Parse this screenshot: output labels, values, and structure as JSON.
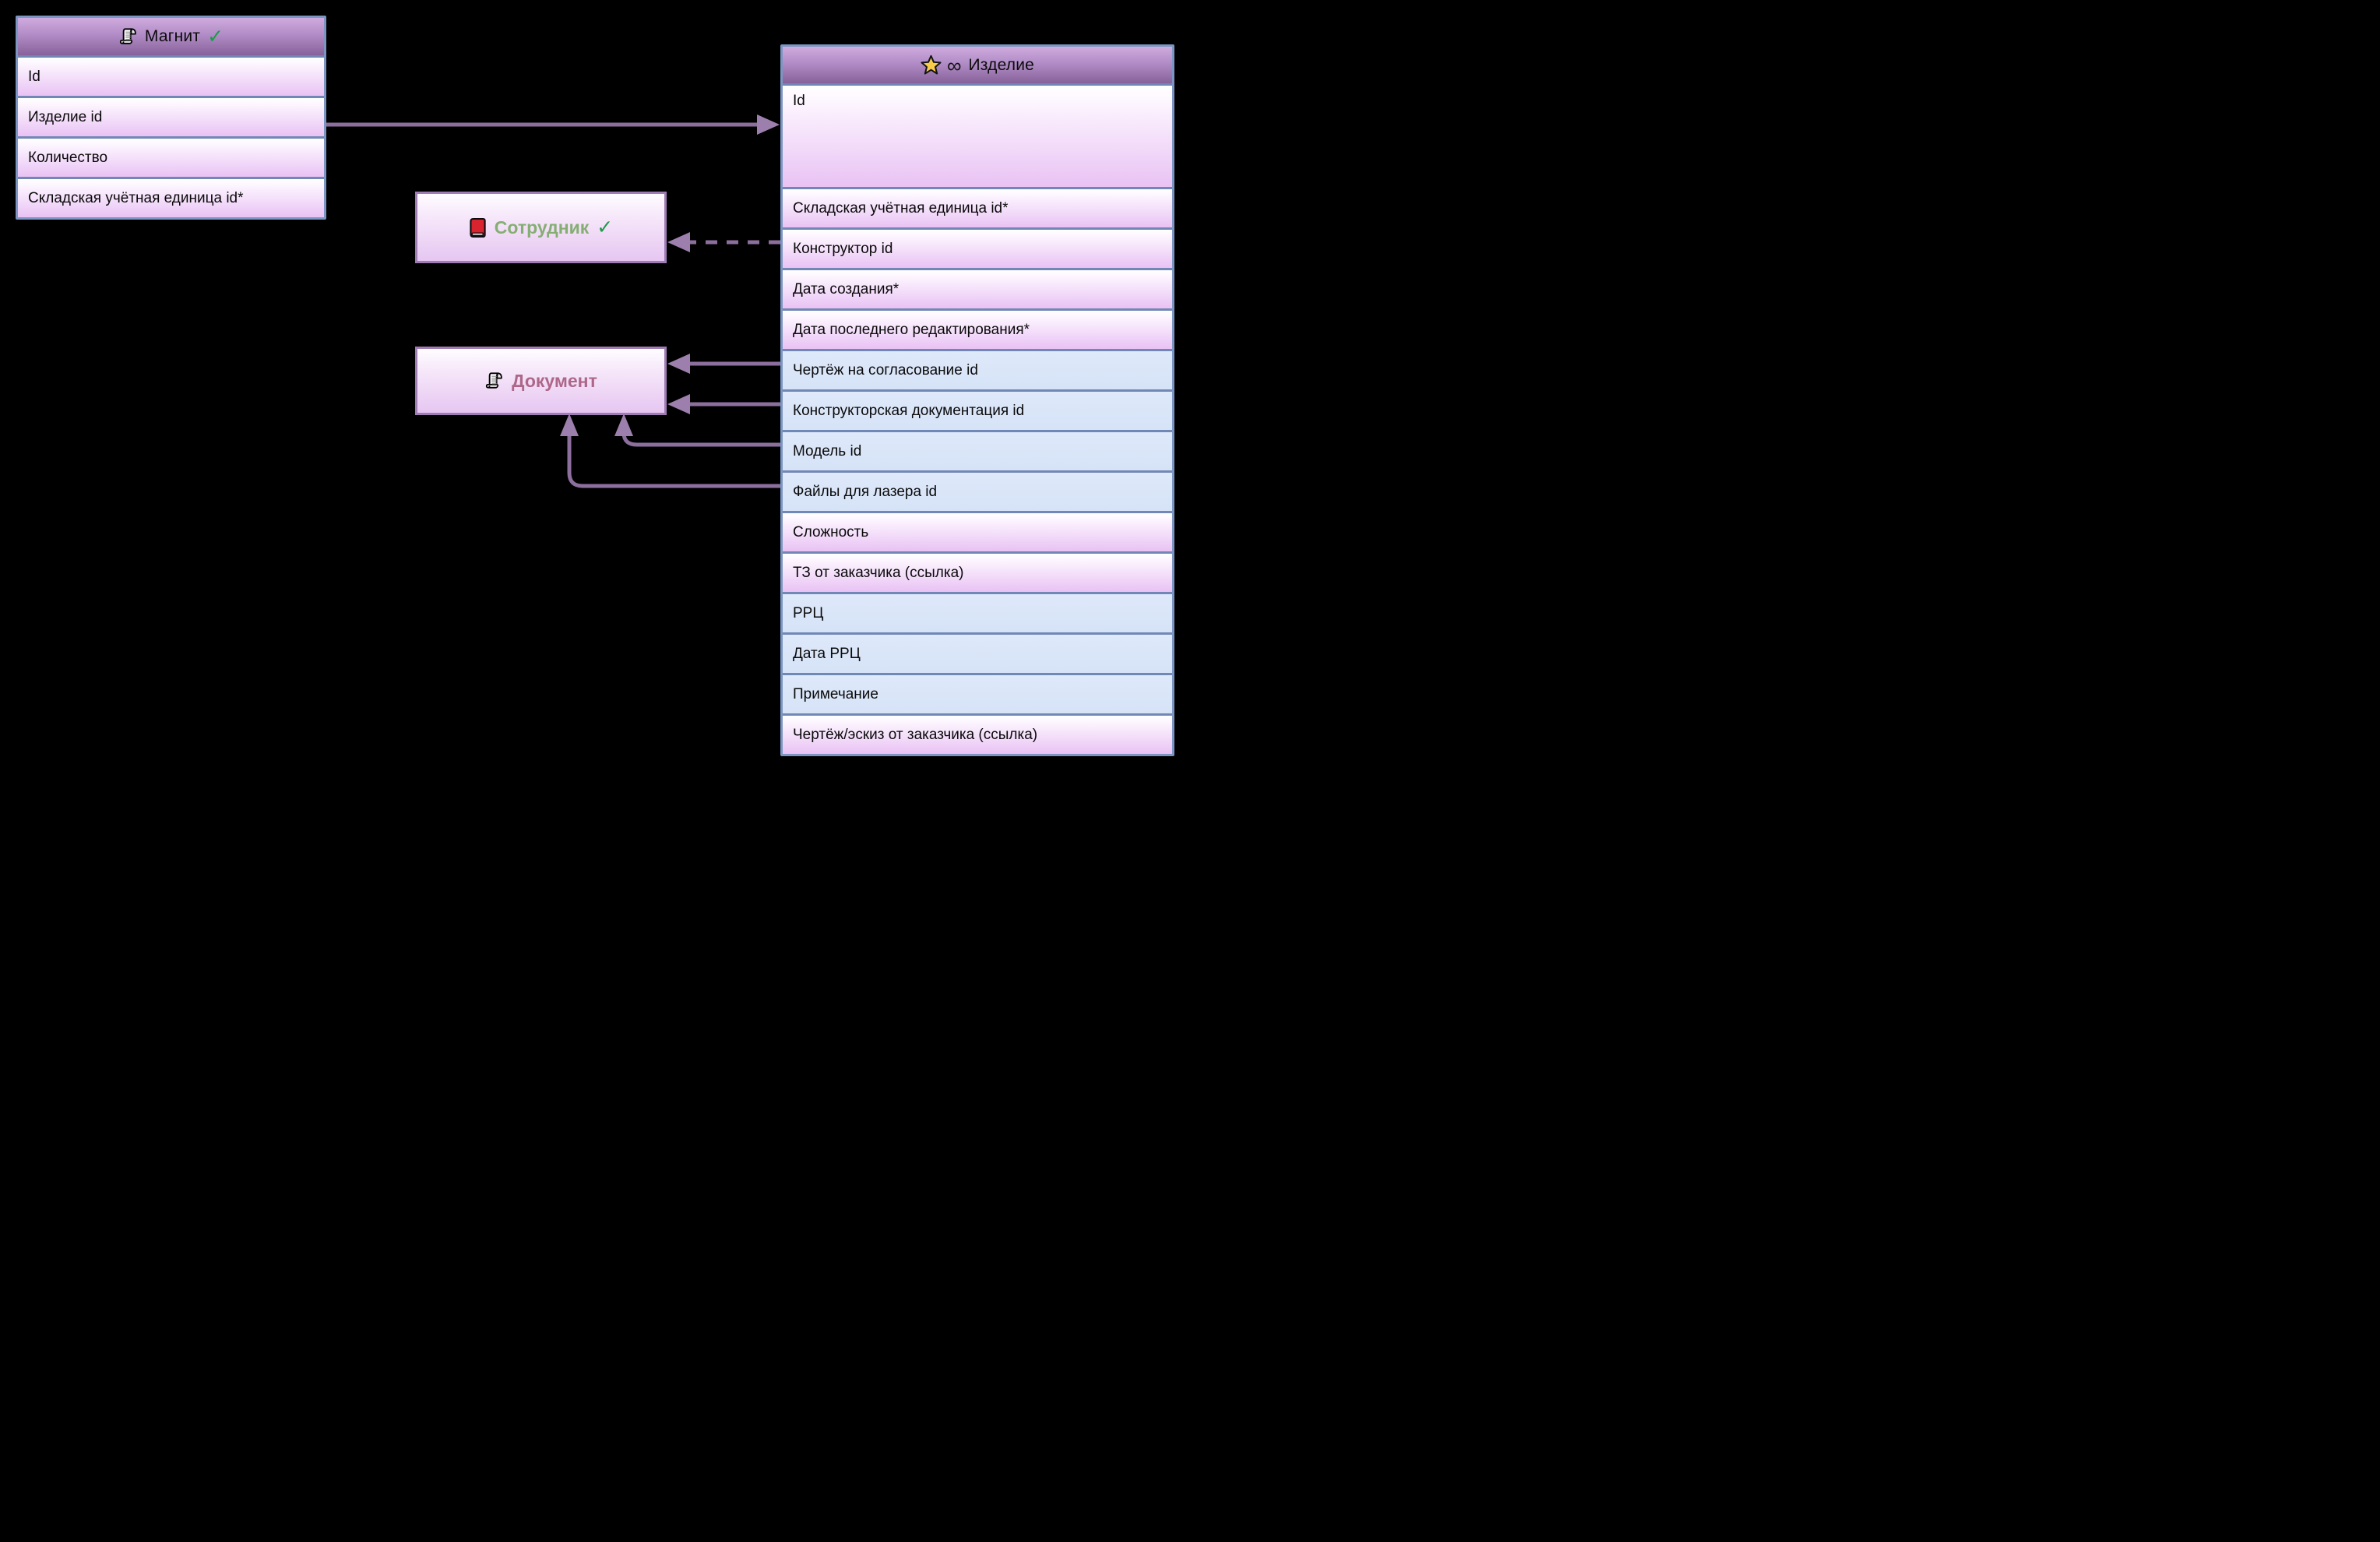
{
  "colors": {
    "background": "#000000",
    "entity_border": "#7b96c2",
    "row_separator": "#7187b5",
    "header_gradient_top": "#cfabdf",
    "header_gradient_bottom": "#8d68a0",
    "pink_row_top": "#fdf7ff",
    "pink_row_bottom": "#e9c2f4",
    "blue_row": "#dbe7f8",
    "mini_box_border": "#a07cb4",
    "arrow": "#8d6f9e",
    "arrow_head": "#9d7fae",
    "sotrudnik_title": "#85ae73",
    "dokument_title": "#ae6689",
    "checkmark": "#1d9b4a",
    "star": "#f9cb4a",
    "book": "#d9232f"
  },
  "entities": {
    "magnit": {
      "title": "Магнит",
      "icon": "scroll-icon",
      "check": "✓",
      "fields": [
        {
          "label": "Id",
          "tone": "pink"
        },
        {
          "label": "Изделие id",
          "tone": "pink"
        },
        {
          "label": "Количество",
          "tone": "pink"
        },
        {
          "label": "Складская учётная единица id*",
          "tone": "pink"
        }
      ]
    },
    "izdelie": {
      "title": "Изделие",
      "icons": [
        "star-icon",
        "infinity-icon"
      ],
      "infinity": "∞",
      "fields": [
        {
          "label": "Id",
          "tone": "pink"
        },
        {
          "label": "Складская учётная единица id*",
          "tone": "pink"
        },
        {
          "label": "Конструктор id",
          "tone": "pink"
        },
        {
          "label": "Дата создания*",
          "tone": "pink"
        },
        {
          "label": "Дата последнего редактирования*",
          "tone": "pink"
        },
        {
          "label": "Чертёж на согласование id",
          "tone": "blue"
        },
        {
          "label": "Конструкторская документация id",
          "tone": "blue"
        },
        {
          "label": "Модель id",
          "tone": "blue"
        },
        {
          "label": "Файлы для лазера id",
          "tone": "blue"
        },
        {
          "label": "Сложность",
          "tone": "pink"
        },
        {
          "label": "ТЗ от заказчика (ссылка)",
          "tone": "pink"
        },
        {
          "label": "РРЦ",
          "tone": "blue"
        },
        {
          "label": "Дата РРЦ",
          "tone": "blue"
        },
        {
          "label": "Примечание",
          "tone": "blue"
        },
        {
          "label": "Чертёж/эскиз от заказчика (ссылка)",
          "tone": "pink"
        }
      ]
    },
    "sotrudnik": {
      "title": "Сотрудник",
      "icon": "red-book-icon",
      "check": "✓"
    },
    "dokument": {
      "title": "Документ",
      "icon": "scroll-icon"
    }
  },
  "relations": [
    {
      "from": "Магнит.Изделие id",
      "to": "Изделие.Id",
      "style": "solid"
    },
    {
      "from": "Изделие.Конструктор id",
      "to": "Сотрудник",
      "style": "dashed"
    },
    {
      "from": "Изделие.Чертёж на согласование id",
      "to": "Документ",
      "style": "solid"
    },
    {
      "from": "Изделие.Конструкторская документация id",
      "to": "Документ",
      "style": "solid"
    },
    {
      "from": "Изделие.Модель id",
      "to": "Документ",
      "style": "solid"
    },
    {
      "from": "Изделие.Файлы для лазера id",
      "to": "Документ",
      "style": "solid"
    }
  ]
}
